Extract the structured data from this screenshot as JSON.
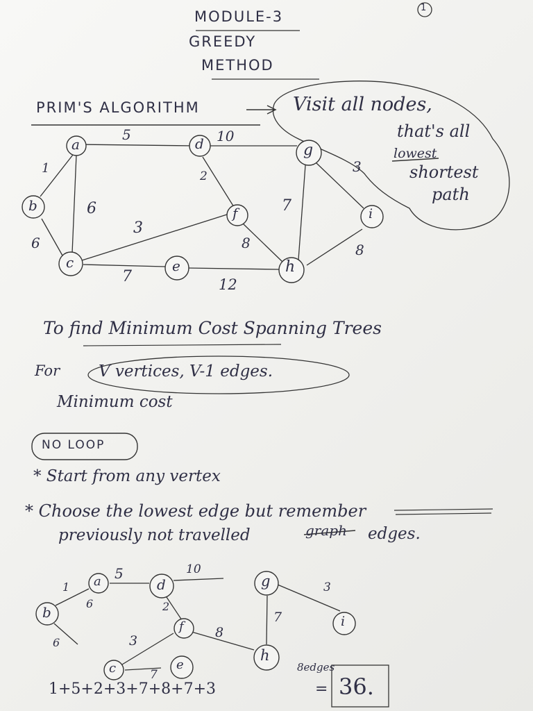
{
  "page_number": "1",
  "title": {
    "line1": "MODULE-3",
    "line2": "GREEDY",
    "line3": "METHOD"
  },
  "heading": "PRIM'S ALGORITHM",
  "note": {
    "line1": "Visit all nodes,",
    "line2": "that's all",
    "struck": "lowest",
    "line3": "shortest",
    "line4": "path"
  },
  "graph1": {
    "nodes": [
      "a",
      "b",
      "c",
      "d",
      "e",
      "f",
      "g",
      "h",
      "i"
    ],
    "edges": [
      {
        "from": "a",
        "to": "d",
        "weight": "5"
      },
      {
        "from": "a",
        "to": "b",
        "weight": "1"
      },
      {
        "from": "a",
        "to": "c",
        "weight": "6"
      },
      {
        "from": "b",
        "to": "c",
        "weight": "6"
      },
      {
        "from": "d",
        "to": "g",
        "weight": "10"
      },
      {
        "from": "d",
        "to": "f",
        "weight": "2"
      },
      {
        "from": "c",
        "to": "f",
        "weight": "3"
      },
      {
        "from": "c",
        "to": "e",
        "weight": "7"
      },
      {
        "from": "e",
        "to": "h",
        "weight": "12"
      },
      {
        "from": "f",
        "to": "h",
        "weight": "8"
      },
      {
        "from": "g",
        "to": "h",
        "weight": "7"
      },
      {
        "from": "g",
        "to": "i",
        "weight": "3"
      },
      {
        "from": "h",
        "to": "i",
        "weight": "8"
      }
    ]
  },
  "text": {
    "line1": "To find Minimum Cost Spanning Trees",
    "for_prefix": "For",
    "circled": "V vertices, V-1 edges.",
    "line3": "Minimum cost",
    "no_loop": "NO LOOP",
    "bullet1": "* Start from any vertex",
    "bullet2": "* Choose the lowest edge but remember",
    "bullet2b_a": "previously not travelled",
    "bullet2b_struck": "graph",
    "bullet2b_b": "edges."
  },
  "graph2": {
    "nodes": [
      "a",
      "b",
      "d",
      "f",
      "c",
      "e",
      "h",
      "g",
      "i"
    ],
    "weights": [
      "1",
      "5",
      "10",
      "6",
      "2",
      "3",
      "8",
      "7",
      "3",
      "6",
      "7"
    ],
    "edges_note": "8edges",
    "sum": "1+5+2+3+7+8+7+3",
    "result": "36."
  }
}
